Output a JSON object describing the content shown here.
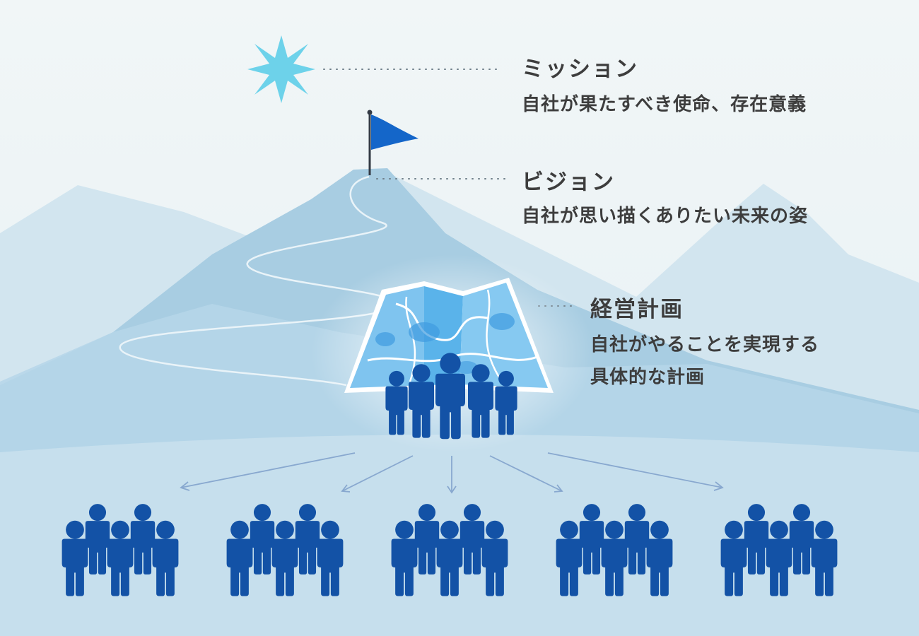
{
  "mission": {
    "title": "ミッション",
    "description": "自社が果たすべき使命、存在意義"
  },
  "vision": {
    "title": "ビジョン",
    "description": "自社が思い描くありたい未来の姿"
  },
  "plan": {
    "title": "経営計画",
    "description_line1": "自社がやることを実現する",
    "description_line2": "具体的な計画"
  },
  "icons": {
    "star": "star-icon",
    "flag": "flag-icon",
    "map": "map-icon",
    "leaders": "people-group-icon",
    "teams": "team-icon"
  },
  "colors": {
    "background": "#eef4f6",
    "mountain_back": "#d4e6f0",
    "mountain_main": "#a9cfe4",
    "mountain_front": "#b9d9ea",
    "ground": "#c9e1ef",
    "people": "#1352a6",
    "flag": "#1466c9",
    "star": "#6cd3ea",
    "arrow": "#88a8cf",
    "text": "#3d3d3d"
  },
  "team_count": 5
}
